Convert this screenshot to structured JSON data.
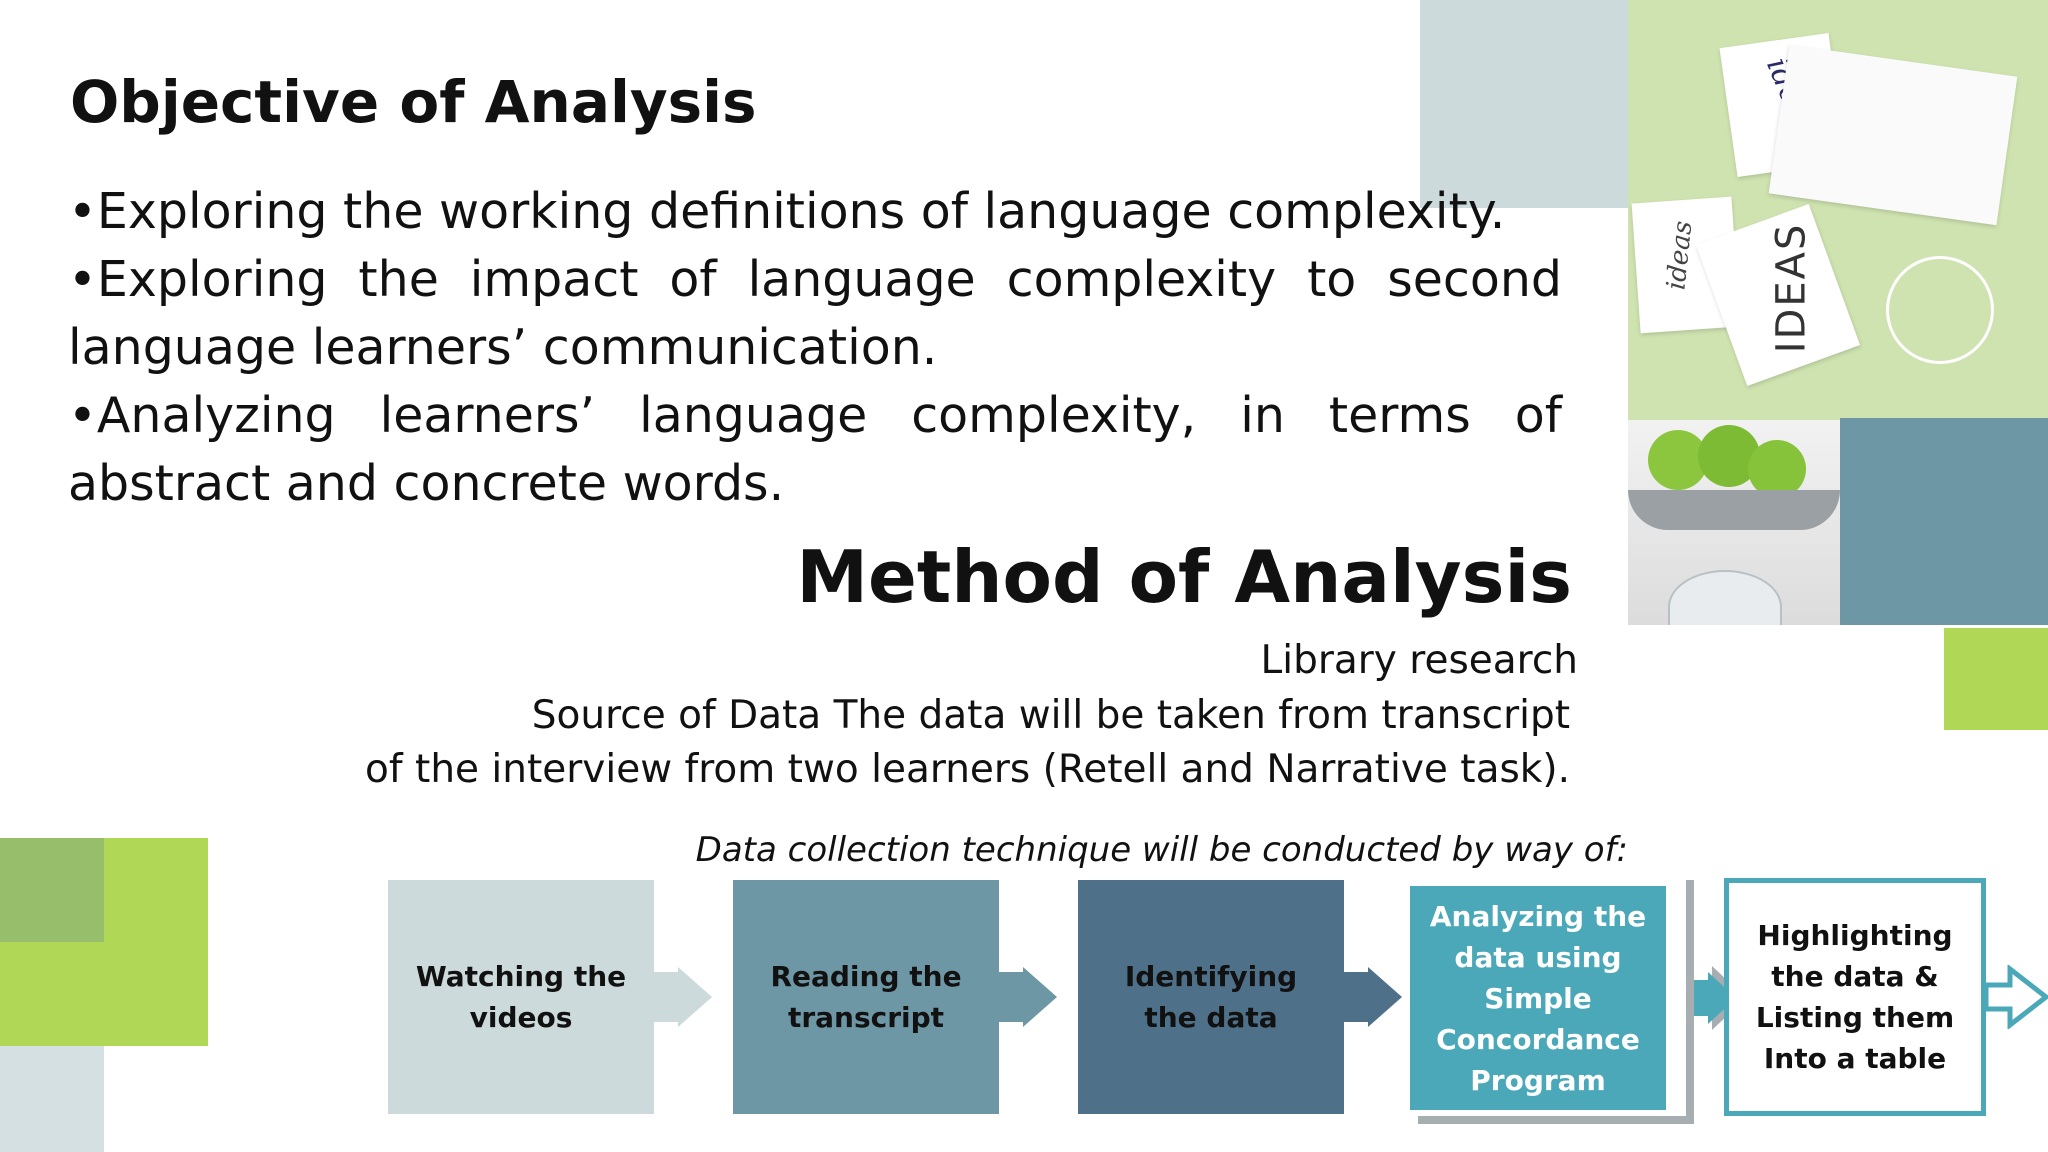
{
  "colors": {
    "green": "#b0d756",
    "grey_blue_light": "#ccdadc",
    "teal": "#6e97a6",
    "slate": "#4e7189",
    "cyan": "#4aa8b8",
    "white": "#ffffff"
  },
  "objective": {
    "title": "Objective of Analysis",
    "bullets": [
      "•Exploring the working definitions of language complexity.",
      "•Exploring the impact of language complexity to second language learners’ communication.",
      "•Analyzing learners’ language complexity, in terms of abstract and concrete words."
    ]
  },
  "method": {
    "title": "Method of Analysis",
    "lines": [
      "Library research",
      "Source of Data The data will be taken from transcript",
      "of the interview from two learners (Retell and Narrative task)."
    ],
    "technique": "Data collection technique will be conducted by way of:"
  },
  "process": {
    "steps": [
      {
        "line1": "Watching the",
        "line2": "videos"
      },
      {
        "line1": "Reading the",
        "line2": "transcript"
      },
      {
        "line1": "Identifying",
        "line2": "the data"
      },
      {
        "line1": "Analyzing the",
        "line2": "data using",
        "line3": "Simple",
        "line4": "Concordance",
        "line5": "Program"
      },
      {
        "line1": "Highlighting",
        "line2": "the data &",
        "line3": "Listing them",
        "line4": "Into a table"
      }
    ]
  },
  "photo": {
    "note1": "ideas",
    "note2": "ideas",
    "note3": "IDEAS"
  }
}
